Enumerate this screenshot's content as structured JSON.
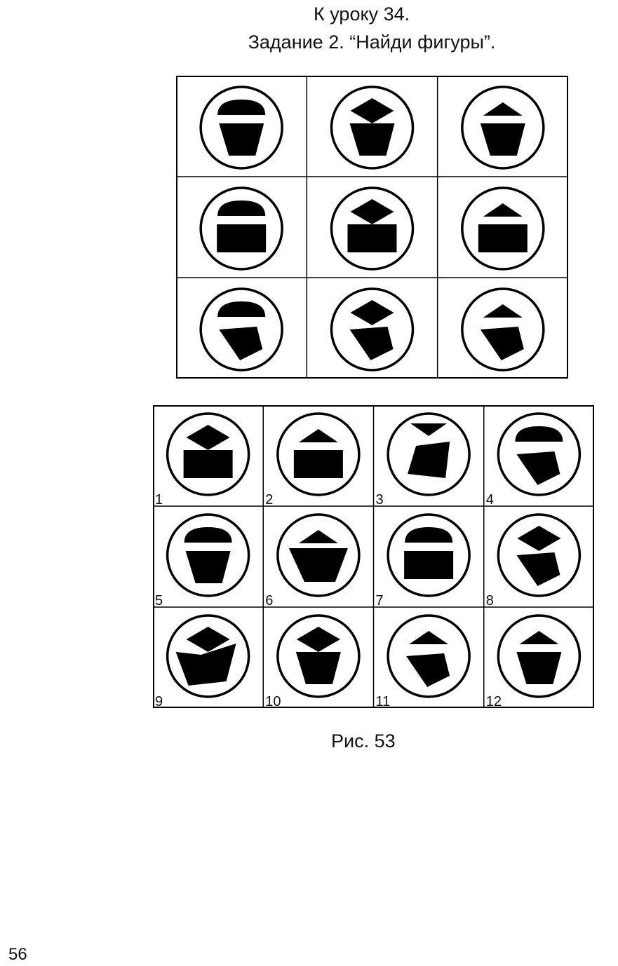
{
  "header": {
    "line1": "К уроку 34.",
    "line2": "Задание 2. “Найди фигуры”."
  },
  "figure": {
    "caption": "Рис. 53"
  },
  "page_number": "56",
  "top_grid": {
    "rows": [
      [
        {
          "top": "dome",
          "bottom": "trapezoid"
        },
        {
          "top": "diamond",
          "bottom": "trapezoid"
        },
        {
          "top": "triangle",
          "bottom": "trapezoid"
        }
      ],
      [
        {
          "top": "dome",
          "bottom": "rectangle"
        },
        {
          "top": "diamond",
          "bottom": "rectangle"
        },
        {
          "top": "triangle",
          "bottom": "rectangle"
        }
      ],
      [
        {
          "top": "dome",
          "bottom": "quadrilateral"
        },
        {
          "top": "diamond",
          "bottom": "quadrilateral"
        },
        {
          "top": "triangle",
          "bottom": "quadrilateral"
        }
      ]
    ]
  },
  "answer_grid": {
    "cells": [
      {
        "label": "1",
        "top": "diamond",
        "bottom": "rectangle"
      },
      {
        "label": "2",
        "top": "triangle",
        "bottom": "rectangle"
      },
      {
        "label": "3",
        "top": "triangle-down",
        "bottom": "quadrilateral-up"
      },
      {
        "label": "4",
        "top": "dome",
        "bottom": "quadrilateral"
      },
      {
        "label": "5",
        "top": "dome",
        "bottom": "trapezoid"
      },
      {
        "label": "6",
        "top": "triangle",
        "bottom": "trapezoid-wide"
      },
      {
        "label": "7",
        "top": "dome",
        "bottom": "rectangle"
      },
      {
        "label": "8",
        "top": "diamond",
        "bottom": "quadrilateral"
      },
      {
        "label": "9",
        "top": "diamond",
        "bottom": "trapezoid-slant"
      },
      {
        "label": "10",
        "top": "diamond",
        "bottom": "trapezoid"
      },
      {
        "label": "11",
        "top": "triangle",
        "bottom": "quadrilateral"
      },
      {
        "label": "12",
        "top": "triangle",
        "bottom": "trapezoid"
      }
    ]
  }
}
